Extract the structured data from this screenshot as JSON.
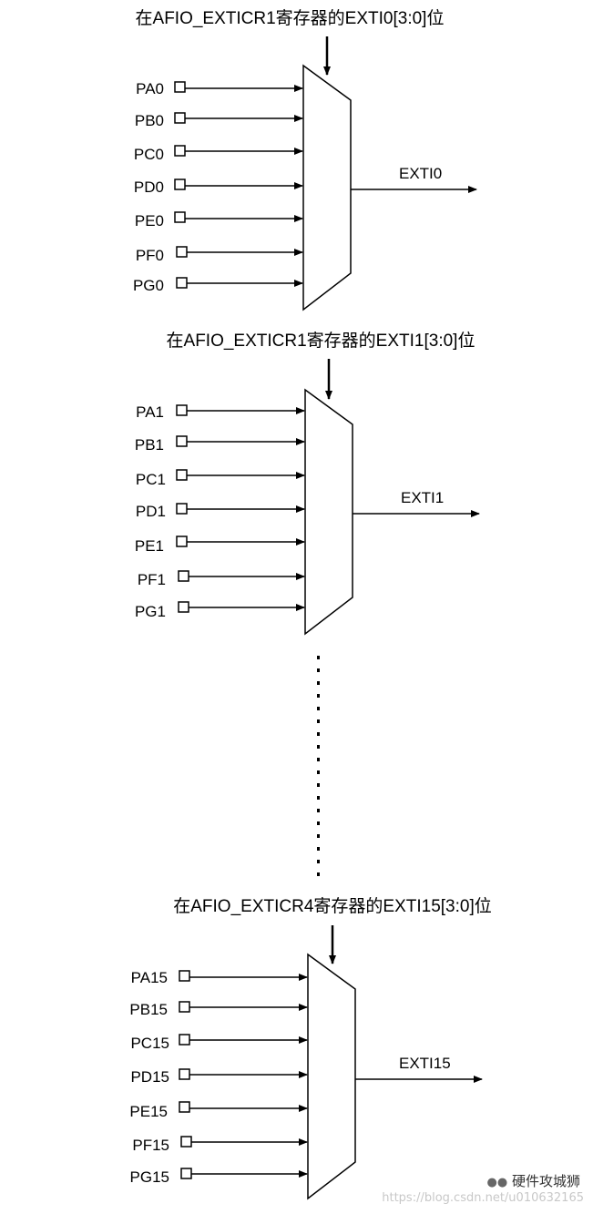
{
  "blocks": [
    {
      "title": "在AFIO_EXTICR1寄存器的EXTI0[3:0]位",
      "inputs": [
        "PA0",
        "PB0",
        "PC0",
        "PD0",
        "PE0",
        "PF0",
        "PG0"
      ],
      "output": "EXTI0"
    },
    {
      "title": "在AFIO_EXTICR1寄存器的EXTI1[3:0]位",
      "inputs": [
        "PA1",
        "PB1",
        "PC1",
        "PD1",
        "PE1",
        "PF1",
        "PG1"
      ],
      "output": "EXTI1"
    },
    {
      "title": "在AFIO_EXTICR4寄存器的EXTI15[3:0]位",
      "inputs": [
        "PA15",
        "PB15",
        "PC15",
        "PD15",
        "PE15",
        "PF15",
        "PG15"
      ],
      "output": "EXTI15"
    }
  ],
  "watermark": {
    "url": "https://blog.csdn.net/u010632165",
    "logo_text": "硬件攻城狮"
  }
}
